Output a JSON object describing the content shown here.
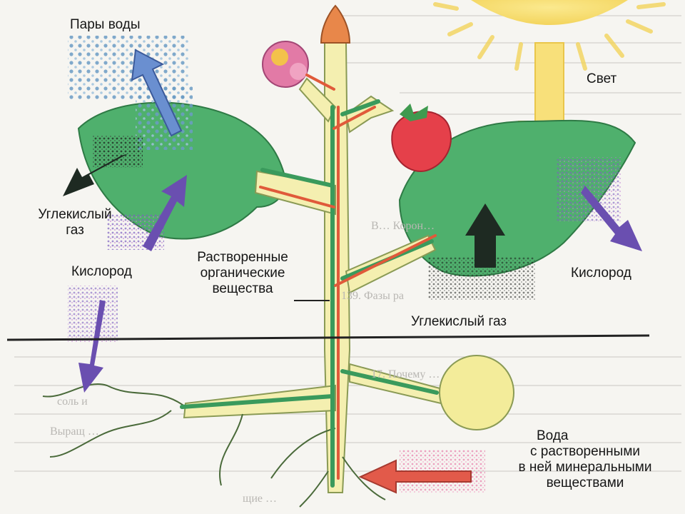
{
  "diagram": {
    "labels": {
      "water_vapor": "Пары воды",
      "light": "Свет",
      "co2_left_1": "Углекислый",
      "co2_left_2": "газ",
      "oxygen_left": "Кислород",
      "dissolved_1": "Растворенные",
      "dissolved_2": "органические",
      "dissolved_3": "вещества",
      "oxygen_right": "Кислород",
      "co2_right": "Углекислый газ",
      "water_1": "Вода",
      "water_2": "с растворенными",
      "water_3": "в ней минеральными",
      "water_4": "веществами"
    },
    "background_text": {
      "caption_fragment": "139. Фазы ра",
      "line_a": "В…  Корон…",
      "line_b": "17. Почему …",
      "line_c": "соль и",
      "line_d": "Выращ …",
      "line_e": "щие …"
    },
    "colors": {
      "leaf": "#4fb06d",
      "stem_fill": "#f4efb0",
      "green_arrow": "#3a9a5c",
      "red_arrow": "#e05a3a",
      "purple_arrow": "#6a4fb0",
      "dark_arrow": "#1e2a22",
      "sun": "#f8e07a",
      "strawberry": "#e5404a",
      "flower": "#e27aa6",
      "bud": "#e8874a",
      "tuber": "#f3ec9a",
      "soil_line": "#222222"
    }
  }
}
